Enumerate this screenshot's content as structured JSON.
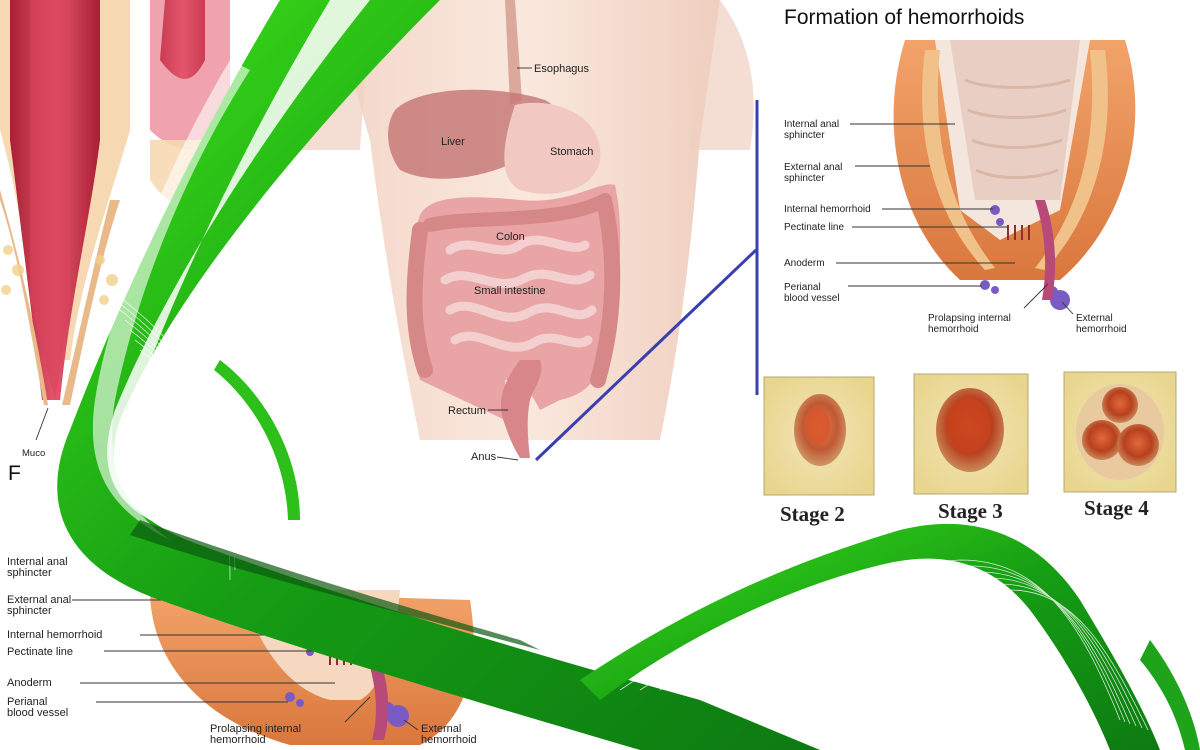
{
  "digestive_system": {
    "labels": {
      "esophagus": "Esophagus",
      "liver": "Liver",
      "stomach": "Stomach",
      "colon": "Colon",
      "small_intestine": "Small intestine",
      "rectum": "Rectum",
      "anus": "Anus"
    }
  },
  "hemorrhoid_diagram": {
    "title": "Formation of hemorrhoids",
    "labels": {
      "internal_anal_sphincter": [
        "Internal anal",
        "sphincter"
      ],
      "external_anal_sphincter": [
        "External anal",
        "sphincter"
      ],
      "internal_hemorrhoid": "Internal hemorrhoid",
      "pectinate_line": "Pectinate line",
      "anoderm": "Anoderm",
      "perianal_blood_vessel": [
        "Perianal",
        "blood vessel"
      ],
      "prolapsing_internal_hemorrhoid": [
        "Prolapsing internal",
        "hemorrhoid"
      ],
      "external_hemorrhoid": [
        "External",
        "hemorrhoid"
      ]
    }
  },
  "stages": [
    "Stage 2",
    "Stage 3",
    "Stage 4"
  ],
  "bottom_left_diagram": {
    "title_fragment": "F",
    "labels": {
      "internal_anal_sphincter": [
        "Internal anal",
        "sphincter"
      ],
      "external_anal_sphincter": [
        "External anal",
        "sphincter"
      ],
      "internal_hemorrhoid": "Internal hemorrhoid",
      "pectinate_line": "Pectinate line",
      "anoderm": "Anoderm",
      "perianal_blood_vessel": [
        "Perianal",
        "blood vessel"
      ],
      "prolapsing_internal_hemorrhoid": [
        "Prolapsing internal",
        "hemorrhoid"
      ],
      "external_hemorrhoid": [
        "External",
        "hemorrhoid"
      ]
    }
  },
  "top_left_fragment_label": "Muco",
  "colors": {
    "ribbon_green": "#1fa31a",
    "ribbon_light": "#5fd93a",
    "connector_blue": "#3a3fb0",
    "tissue_orange": "#e58a4a",
    "mucosa_red": "#c9364a",
    "vessel_purple": "#7a5bc4"
  }
}
